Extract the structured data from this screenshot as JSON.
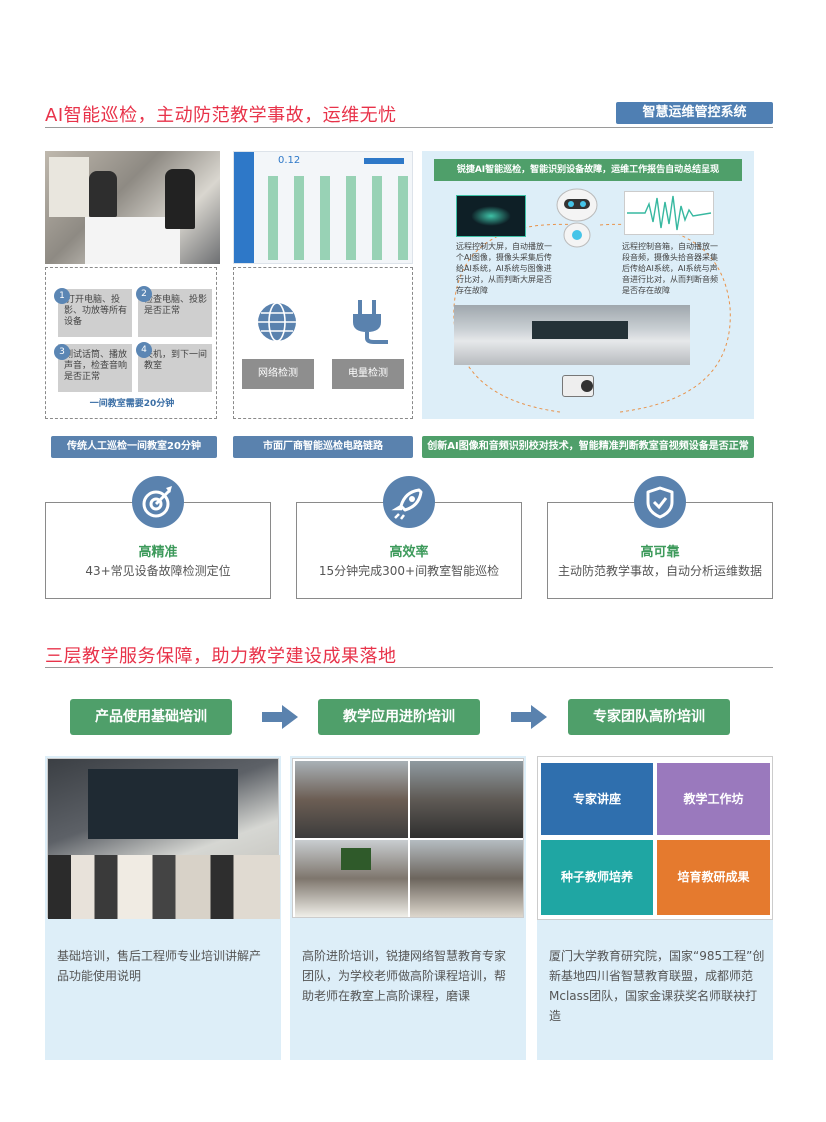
{
  "section1": {
    "title": "AI智能巡检，主动防范教学事故，运维无忧",
    "badge": "智慧运维管控系统",
    "traditional": {
      "steps": [
        {
          "num": "1",
          "text": "打开电脑、投影、功放等所有设备"
        },
        {
          "num": "2",
          "text": "检查电脑、投影是否正常"
        },
        {
          "num": "3",
          "text": "测试话筒、播放声音，检查音响是否正常"
        },
        {
          "num": "4",
          "text": "关机，到下一间教室"
        }
      ],
      "note": "一间教室需要20分钟",
      "label": "传统人工巡检一间教室20分钟"
    },
    "vendor": {
      "screen_value": "0.12",
      "buttons": [
        "网络检测",
        "电量检测"
      ],
      "label": "市面厂商智能巡检电路链路"
    },
    "ai": {
      "banner": "锐捷AI智能巡检，智能识别设备故障，运维工作报告自动总结呈现",
      "left_text": "远程控制大屏，自动播放一个AI图像，摄像头采集后传给AI系统，AI系统与图像进行比对，从而判断大屏是否存在故障",
      "right_text": "远程控制音箱，自动播放一段音频，摄像头拾音器采集后传给AI系统，AI系统与声音进行比对，从而判断音频是否存在故障",
      "label": "创新AI图像和音频识别校对技术，智能精准判断教室音视频设备是否正常"
    },
    "features": [
      {
        "icon": "target-icon",
        "title": "高精准",
        "desc": "43+常见设备故障检测定位"
      },
      {
        "icon": "rocket-icon",
        "title": "高效率",
        "desc": "15分钟完成300+间教室智能巡检"
      },
      {
        "icon": "shield-check-icon",
        "title": "高可靠",
        "desc": "主动防范教学事故，自动分析运维数据"
      }
    ]
  },
  "section2": {
    "title": "三层教学服务保障，助力教学建设成果落地",
    "levels": [
      "产品使用基础培训",
      "教学应用进阶培训",
      "专家团队高阶培训"
    ],
    "tiles": [
      "专家讲座",
      "教学工作坊",
      "种子教师培养",
      "培育教研成果"
    ],
    "descriptions": [
      "基础培训，售后工程师专业培训讲解产品功能使用说明",
      "高阶进阶培训，锐捷网络智慧教育专家团队，为学校老师做高阶课程培训，帮助老师在教室上高阶课程，磨课",
      "厦门大学教育研究院，国家“985工程”创新基地四川省智慧教育联盟，成都师范Mclass团队，国家金课获奖名师联袂打造"
    ]
  },
  "colors": {
    "title_red": "#e8334a",
    "blue": "#5a82ae",
    "green": "#4f9f6a",
    "panel": "#ddeef8",
    "tile_blue": "#2f6fae",
    "tile_purple": "#9a79bd",
    "tile_teal": "#1fa6a3",
    "tile_orange": "#e57a2e"
  }
}
